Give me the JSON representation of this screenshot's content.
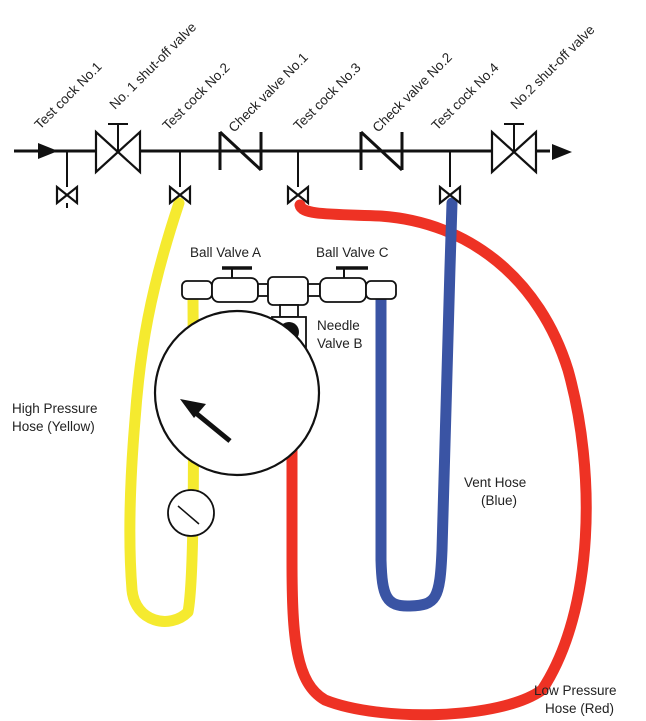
{
  "labels": {
    "test_cock_1": "Test cock No.1",
    "shutoff_1": "No. 1 shut-off valve",
    "test_cock_2": "Test cock No.2",
    "check_valve_1": "Check valve No.1",
    "test_cock_3": "Test cock No.3",
    "check_valve_2": "Check valve No.2",
    "test_cock_4": "Test cock No.4",
    "shutoff_2": "No.2 shut-off valve",
    "ball_valve_a": "Ball Valve A",
    "ball_valve_c": "Ball Valve C",
    "needle_valve_line1": "Needle",
    "needle_valve_line2": "Valve B",
    "high_pressure_line1": "High Pressure",
    "high_pressure_line2": "Hose (Yellow)",
    "vent_hose_line1": "Vent Hose",
    "vent_hose_line2": "(Blue)",
    "low_pressure_line1": "Low Pressure",
    "low_pressure_line2": "Hose (Red)"
  },
  "colors": {
    "high_pressure_hose": "#f5ea2f",
    "low_pressure_hose": "#ee3224",
    "vent_hose": "#3a54a4",
    "line": "#111111"
  }
}
